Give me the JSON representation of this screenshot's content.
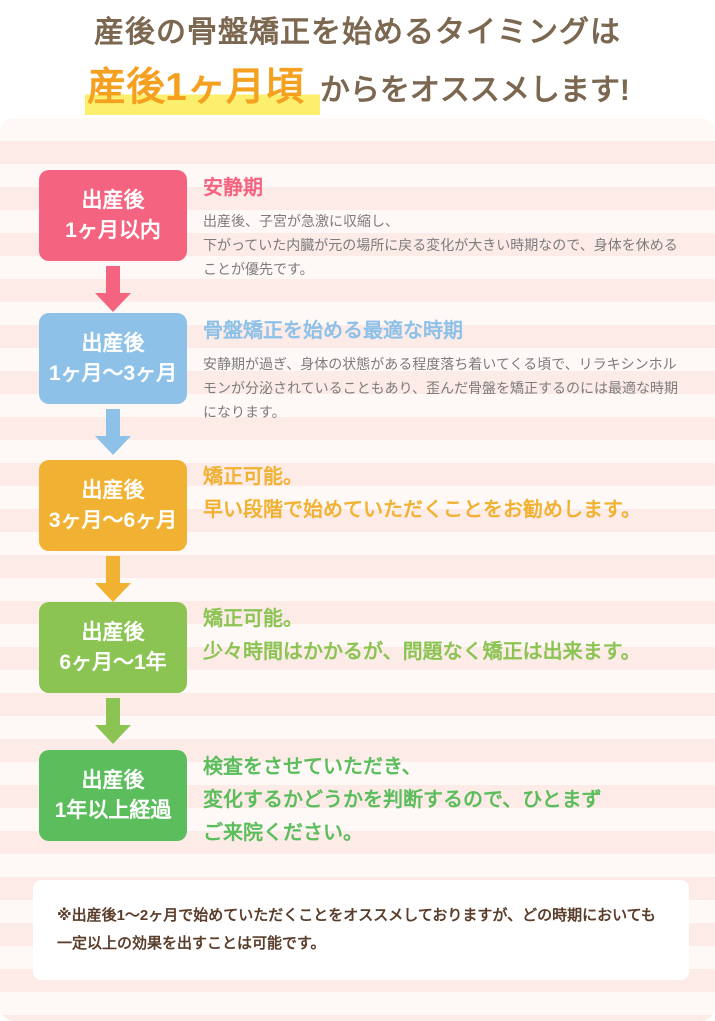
{
  "title": {
    "line1": "産後の骨盤矯正を始めるタイミングは",
    "highlight": "産後1ヶ月頃",
    "rest": "からをオススメします!"
  },
  "colors": {
    "title_text": "#7c6750",
    "title_accent": "#f5a01e",
    "highlight": "#fbef6d",
    "stripe_light": "#fef8f6",
    "stripe_dark": "#fcebe7",
    "body_text": "#7c7c7c",
    "note_text": "#5a3e2b",
    "note_bg": "#ffffff"
  },
  "sections": [
    {
      "label_line1": "出産後",
      "label_line2": "1ヶ月以内",
      "color": "#f4637f",
      "heading": "安静期",
      "body_style": "plain",
      "body": [
        "出産後、子宮が急激に収縮し、",
        "下がっていた内臓が元の場所に戻る変化が大きい時期なので、身体を休めることが優先です。"
      ],
      "arrow": true
    },
    {
      "label_line1": "出産後",
      "label_line2": "1ヶ月〜3ヶ月",
      "color": "#8ec1e8",
      "heading": "骨盤矯正を始める最適な時期",
      "body_style": "plain",
      "body": [
        "安静期が過ぎ、身体の状態がある程度落ち着いてくる頃で、リラキシンホルモンが分泌されていることもあり、歪んだ骨盤を矯正するのには最適な時期になります。"
      ],
      "arrow": true
    },
    {
      "label_line1": "出産後",
      "label_line2": "3ヶ月〜6ヶ月",
      "color": "#f1b233",
      "heading": null,
      "body_style": "colored",
      "body": [
        "矯正可能。",
        "早い段階で始めていただくことをお勧めします。"
      ],
      "arrow": true
    },
    {
      "label_line1": "出産後",
      "label_line2": "6ヶ月〜1年",
      "color": "#8cc454",
      "heading": null,
      "body_style": "colored",
      "body": [
        "矯正可能。",
        "少々時間はかかるが、問題なく矯正は出来ます。"
      ],
      "arrow": true
    },
    {
      "label_line1": "出産後",
      "label_line2": "1年以上経過",
      "color": "#5cbd5c",
      "heading": null,
      "body_style": "colored",
      "body": [
        "検査をさせていただき、",
        "変化するかどうかを判断するので、ひとまず",
        "ご来院ください。"
      ],
      "arrow": false
    }
  ],
  "note": {
    "line1": "※出産後1〜2ヶ月で始めていただくことをオススメしておりますが、どの時期においても",
    "line2": "一定以上の効果を出すことは可能です。"
  }
}
